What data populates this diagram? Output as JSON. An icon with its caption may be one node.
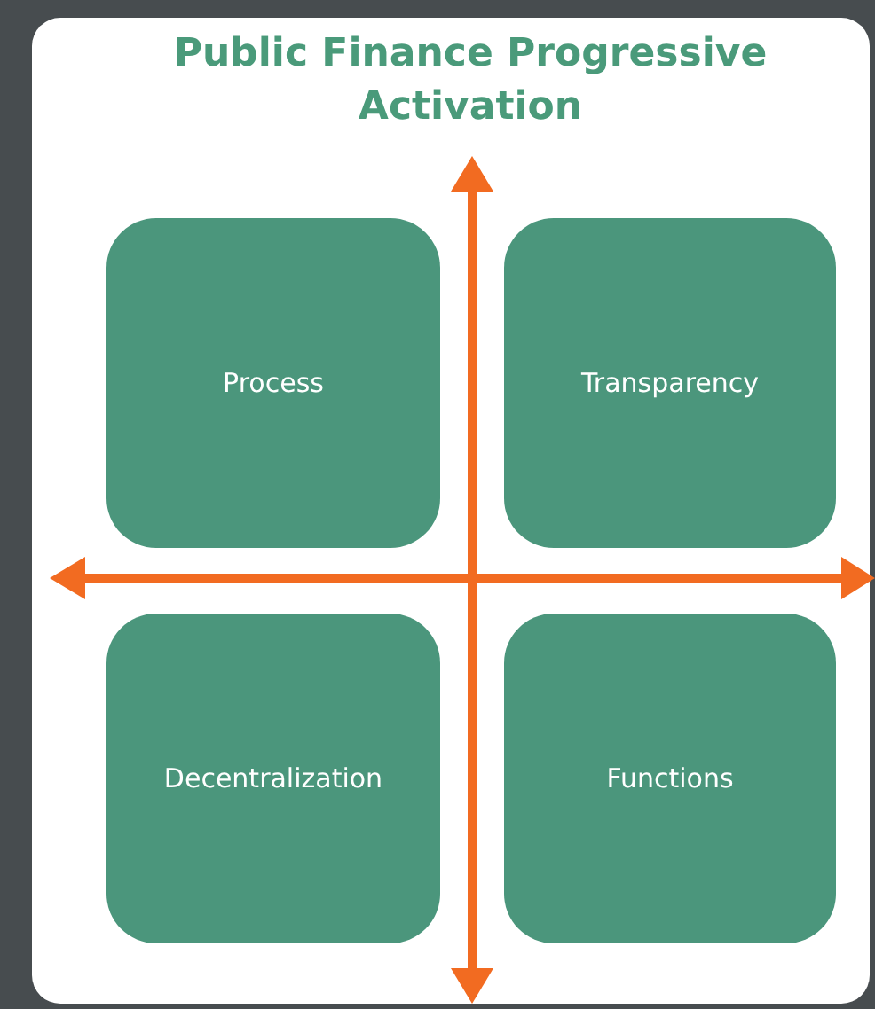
{
  "diagram": {
    "title": "Public Finance Progressive Activation",
    "nodes": [
      {
        "text": [
          "Process"
        ]
      },
      {
        "text": [
          "Transparency"
        ]
      },
      {
        "text": [
          "Decentralization"
        ]
      },
      {
        "text": [
          "Functions"
        ]
      }
    ]
  }
}
